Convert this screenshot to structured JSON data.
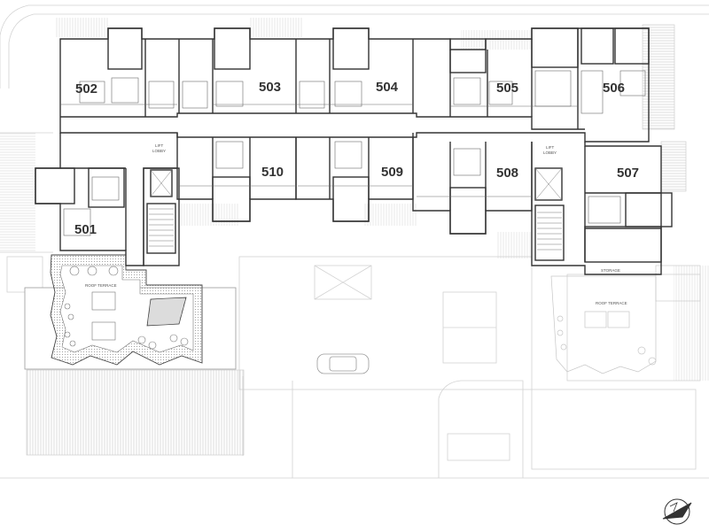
{
  "plan": {
    "units": [
      {
        "id": "u502",
        "number": "502"
      },
      {
        "id": "u503",
        "number": "503"
      },
      {
        "id": "u504",
        "number": "504"
      },
      {
        "id": "u505",
        "number": "505"
      },
      {
        "id": "u506",
        "number": "506"
      },
      {
        "id": "u510",
        "number": "510"
      },
      {
        "id": "u509",
        "number": "509"
      },
      {
        "id": "u508",
        "number": "508"
      },
      {
        "id": "u507",
        "number": "507"
      },
      {
        "id": "u501",
        "number": "501"
      }
    ],
    "lift_lobby_west": {
      "line1": "LIFT",
      "line2": "LOBBY"
    },
    "lift_lobby_east": {
      "line1": "LIFT",
      "line2": "LOBBY"
    },
    "roof_terrace_label": "ROOF TERRACE",
    "roof_terrace_ghost_label": "ROOF TERRACE",
    "storage_label": "STORAGE"
  },
  "colors": {
    "wall": "#333333",
    "thin_line": "#9a9a9a",
    "ghost_line": "#d2d2d2",
    "hatch": "#b9b9b9",
    "background": "#ffffff"
  },
  "icons": [
    "north-arrow-icon",
    "car-icon",
    "stair-icon",
    "elevator-icon"
  ]
}
